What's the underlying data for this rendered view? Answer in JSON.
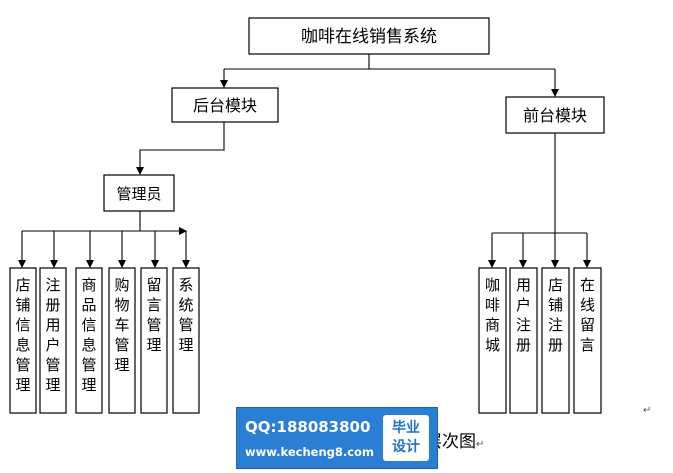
{
  "root": "咖啡在线销售系统",
  "branches": {
    "backend": "后台模块",
    "frontend": "前台模块",
    "admin": "管理员"
  },
  "backend_leaves": [
    "店铺信息管理",
    "注册用户管理",
    "商品信息管理",
    "购物车管理",
    "留言管理",
    "系统管理"
  ],
  "frontend_leaves": [
    "咖啡商城",
    "用户注册",
    "店铺注册",
    "在线留言"
  ],
  "caption": "层次图",
  "para_mark": "↵",
  "watermark": {
    "qq": "QQ:188083800",
    "url": "www.kecheng8.com",
    "badge_line1": "毕业",
    "badge_line2": "设计"
  }
}
